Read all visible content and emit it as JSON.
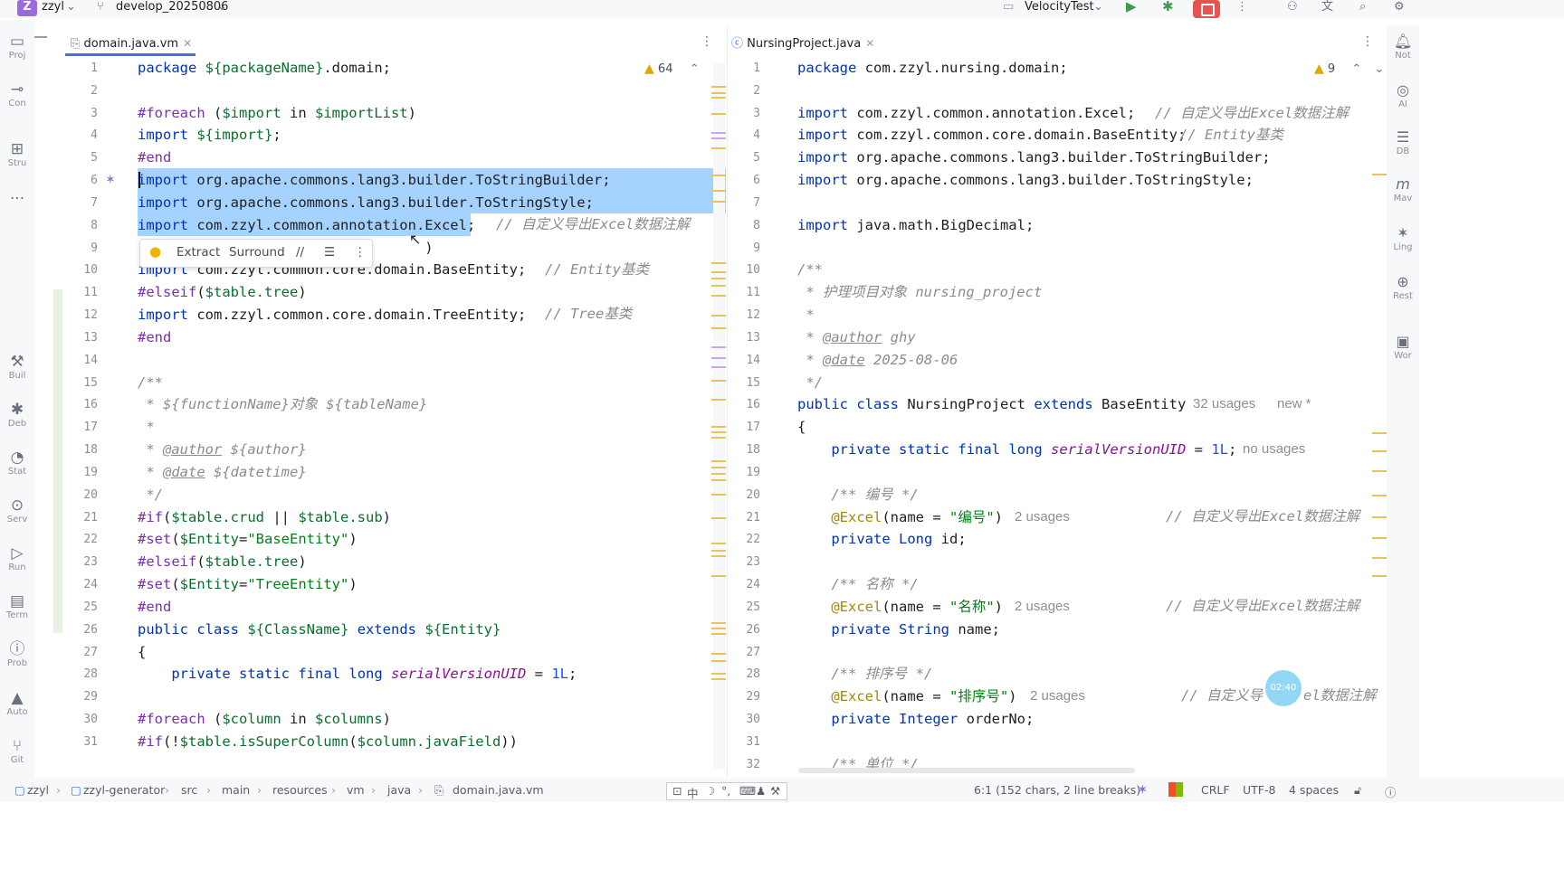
{
  "topbar": {
    "project_badge": "Z",
    "project_name": "zzyl",
    "branch": "develop_20250806",
    "run_config": "VelocityTest"
  },
  "left_tools": [
    "Proj",
    "Con",
    "Stru",
    "...",
    "Buil",
    "Deb",
    "Stat",
    "Serv",
    "Run",
    "Term",
    "Prob",
    "Auto",
    "Git"
  ],
  "right_tools": [
    "Not",
    "AI",
    "DB",
    "Mav",
    "Ling",
    "Rest",
    "Wor"
  ],
  "left_editor": {
    "tab": "domain.java.vm",
    "warning_count": "64",
    "lines": [
      {
        "n": "1",
        "t": "package ${packageName}.domain;"
      },
      {
        "n": "2",
        "t": ""
      },
      {
        "n": "3",
        "t": "#foreach ($import in $importList)"
      },
      {
        "n": "4",
        "t": "import ${import};"
      },
      {
        "n": "5",
        "t": "#end"
      },
      {
        "n": "6",
        "t": "import org.apache.commons.lang3.builder.ToStringBuilder;"
      },
      {
        "n": "7",
        "t": "import org.apache.commons.lang3.builder.ToStringStyle;"
      },
      {
        "n": "8",
        "t": "import com.zzyl.common.annotation.Excel;"
      },
      {
        "n": "9",
        "t": "                                  )"
      },
      {
        "n": "10",
        "t": "import com.zzyl.common.core.domain.BaseEntity;"
      },
      {
        "n": "11",
        "t": "#elseif($table.tree)"
      },
      {
        "n": "12",
        "t": "import com.zzyl.common.core.domain.TreeEntity;"
      },
      {
        "n": "13",
        "t": "#end"
      },
      {
        "n": "14",
        "t": ""
      },
      {
        "n": "15",
        "t": "/**"
      },
      {
        "n": "16",
        "t": " * ${functionName}对象 ${tableName}"
      },
      {
        "n": "17",
        "t": " *"
      },
      {
        "n": "18",
        "t": " * @author ${author}"
      },
      {
        "n": "19",
        "t": " * @date ${datetime}"
      },
      {
        "n": "20",
        "t": " */"
      },
      {
        "n": "21",
        "t": "#if($table.crud || $table.sub)"
      },
      {
        "n": "22",
        "t": "#set($Entity=\"BaseEntity\")"
      },
      {
        "n": "23",
        "t": "#elseif($table.tree)"
      },
      {
        "n": "24",
        "t": "#set($Entity=\"TreeEntity\")"
      },
      {
        "n": "25",
        "t": "#end"
      },
      {
        "n": "26",
        "t": "public class ${ClassName} extends ${Entity}"
      },
      {
        "n": "27",
        "t": "{"
      },
      {
        "n": "28",
        "t": "    private static final long serialVersionUID = 1L;"
      },
      {
        "n": "29",
        "t": ""
      },
      {
        "n": "30",
        "t": "#foreach ($column in $columns)"
      },
      {
        "n": "31",
        "t": "#if(!$table.isSuperColumn($column.javaField))"
      }
    ],
    "comments": {
      "l8": "// 自定义导出Excel数据注解",
      "l10": "// Entity基类",
      "l12": "// Tree基类"
    },
    "popup": {
      "extract": "Extract",
      "surround": "Surround",
      "comment": "//"
    }
  },
  "right_editor": {
    "tab": "NursingProject.java",
    "warning_count": "9",
    "lines": [
      {
        "n": "1",
        "t": "package com.zzyl.nursing.domain;"
      },
      {
        "n": "2",
        "t": ""
      },
      {
        "n": "3",
        "t": "import com.zzyl.common.annotation.Excel;"
      },
      {
        "n": "4",
        "t": "import com.zzyl.common.core.domain.BaseEntity;"
      },
      {
        "n": "5",
        "t": "import org.apache.commons.lang3.builder.ToStringBuilder;"
      },
      {
        "n": "6",
        "t": "import org.apache.commons.lang3.builder.ToStringStyle;"
      },
      {
        "n": "7",
        "t": ""
      },
      {
        "n": "8",
        "t": "import java.math.BigDecimal;"
      },
      {
        "n": "9",
        "t": ""
      },
      {
        "n": "10",
        "t": "/**"
      },
      {
        "n": "11",
        "t": " * 护理项目对象 nursing_project"
      },
      {
        "n": "12",
        "t": " *"
      },
      {
        "n": "13",
        "t": " * @author ghy"
      },
      {
        "n": "14",
        "t": " * @date 2025-08-06"
      },
      {
        "n": "15",
        "t": " */"
      },
      {
        "n": "16",
        "t": "public class NursingProject extends BaseEntity"
      },
      {
        "n": "17",
        "t": "{"
      },
      {
        "n": "18",
        "t": "    private static final long serialVersionUID = 1L;"
      },
      {
        "n": "19",
        "t": ""
      },
      {
        "n": "20",
        "t": "    /** 编号 */"
      },
      {
        "n": "21",
        "t": "    @Excel(name = \"编号\")"
      },
      {
        "n": "22",
        "t": "    private Long id;"
      },
      {
        "n": "23",
        "t": ""
      },
      {
        "n": "24",
        "t": "    /** 名称 */"
      },
      {
        "n": "25",
        "t": "    @Excel(name = \"名称\")"
      },
      {
        "n": "26",
        "t": "    private String name;"
      },
      {
        "n": "27",
        "t": ""
      },
      {
        "n": "28",
        "t": "    /** 排序号 */"
      },
      {
        "n": "29",
        "t": "    @Excel(name = \"排序号\")"
      },
      {
        "n": "30",
        "t": "    private Integer orderNo;"
      },
      {
        "n": "31",
        "t": ""
      },
      {
        "n": "32",
        "t": "    /** 单位 */"
      }
    ],
    "comments": {
      "l3": "// 自定义导出Excel数据注解",
      "l4": "// Entity基类",
      "l21": "// 自定义导出Excel数据注解",
      "l25": "// 自定义导出Excel数据注解",
      "l29a": "// 自定义导",
      "l29b": "el数据注解"
    },
    "hints": {
      "l16_usages": "32 usages",
      "l16_new": "new *",
      "l18": "no usages",
      "l21": "2 usages",
      "l25": "2 usages",
      "l29": "2 usages"
    },
    "bubble": "02:40"
  },
  "statusbar": {
    "breadcrumb": [
      "zzyl",
      "zzyl-generator",
      "src",
      "main",
      "resources",
      "vm",
      "java",
      "domain.java.vm"
    ],
    "ime": "中",
    "position": "6:1 (152 chars, 2 line breaks)",
    "line_sep": "CRLF",
    "encoding": "UTF-8",
    "indent": "4 spaces"
  },
  "colors": {
    "accent": "#3574f0",
    "selection": "#a6d2ff",
    "keyword": "#0033b3",
    "directive": "#7a2fa7"
  }
}
